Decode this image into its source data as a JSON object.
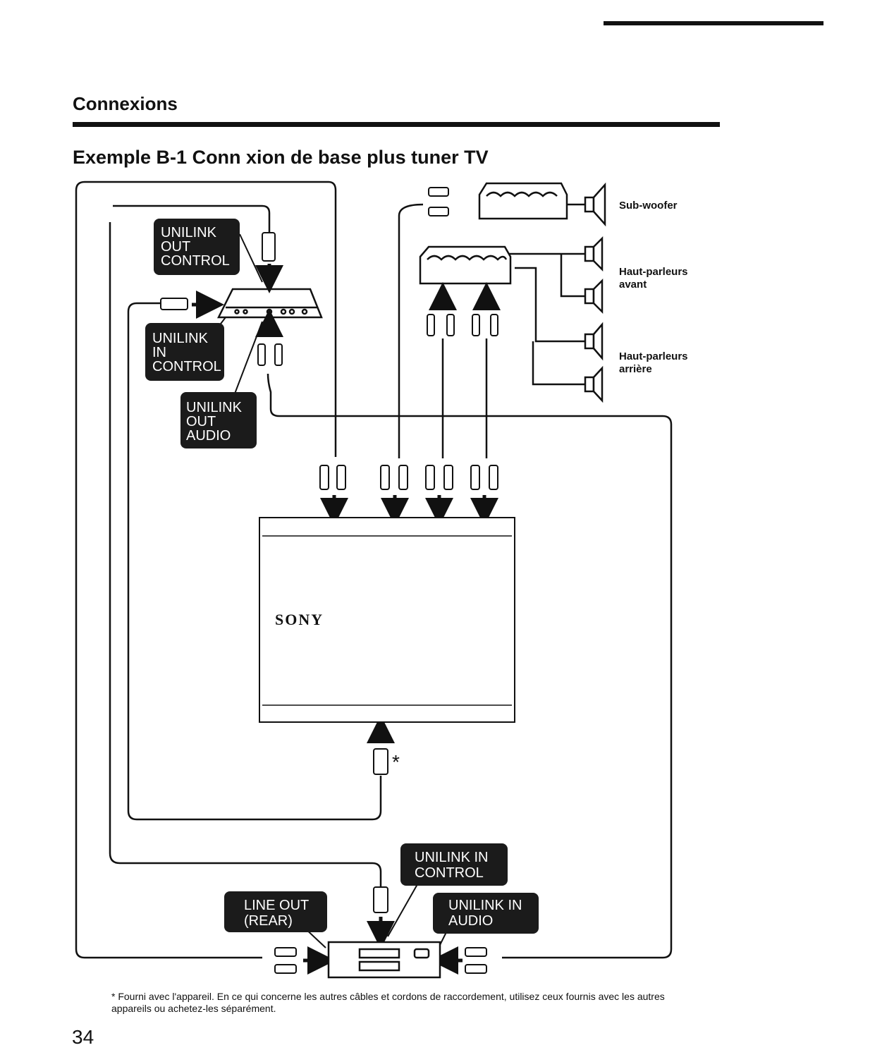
{
  "page": {
    "section_title": "Connexions",
    "example_title": "Exemple B-1 Conn  xion de base plus tuner TV",
    "page_number": "34",
    "footnote": "* Fourni avec l'appareil. En ce qui concerne les autres câbles et cordons de raccordement, utilisez ceux fournis avec les autres appareils ou achetez-les séparément."
  },
  "diagram": {
    "labels": {
      "unilink_out_control_1": "UNILINK",
      "unilink_out_control_2": "OUT",
      "unilink_out_control_3": "CONTROL",
      "unilink_in_control_1": "UNILINK",
      "unilink_in_control_2": "IN",
      "unilink_in_control_3": "CONTROL",
      "unilink_out_audio_1": "UNILINK",
      "unilink_out_audio_2": "OUT",
      "unilink_out_audio_3": "AUDIO",
      "hu_unilink_in_control_1": "UNILINK IN",
      "hu_unilink_in_control_2": "CONTROL",
      "hu_unilink_in_audio_1": "UNILINK IN",
      "hu_unilink_in_audio_2": "AUDIO",
      "line_out_rear_1": "LINE OUT",
      "line_out_rear_2": "(REAR)",
      "sub_woofer": "Sub-woofer",
      "front_speakers_1": "Haut-parleurs",
      "front_speakers_2": "avant",
      "rear_speakers_1": "Haut-parleurs",
      "rear_speakers_2": "arrière",
      "brand": "SONY",
      "asterisk": "*"
    }
  }
}
